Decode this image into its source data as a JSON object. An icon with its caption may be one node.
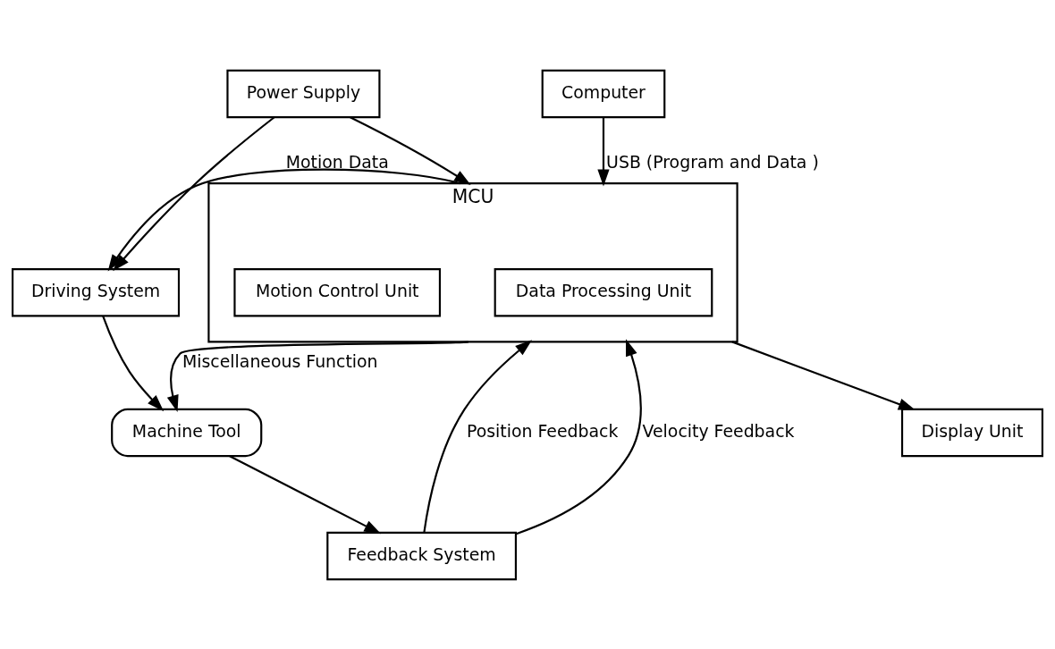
{
  "diagram": {
    "nodes": [
      {
        "text": [
          "Computer"
        ]
      },
      {
        "text": [
          "Power Supply"
        ]
      },
      {
        "text": [
          "MCU"
        ]
      },
      {
        "text": [
          "Data Processing Unit"
        ],
        "in": 2
      },
      {
        "text": [
          "Motion Control Unit"
        ],
        "in": 2
      },
      {
        "text": [
          "Display Unit"
        ]
      },
      {
        "text": [
          "Driving System"
        ]
      },
      {
        "text": [
          "Machine Tool"
        ]
      },
      {
        "text": [
          "Feedback System"
        ]
      }
    ],
    "edges": [
      {
        "from": 0,
        "to": 2,
        "arrow": "to",
        "label": "USB (Program and Data )"
      },
      {
        "from": 1,
        "to": 2,
        "arrow": "to"
      },
      {
        "from": 1,
        "to": 6,
        "arrow": "to"
      },
      {
        "from": 2,
        "to": 5,
        "arrow": "to"
      },
      {
        "from": 2,
        "to": 6,
        "arrow": "to",
        "label": "Motion Data"
      },
      {
        "from": 2,
        "to": 7,
        "arrow": "to",
        "label": "Miscellaneous Function"
      },
      {
        "from": 6,
        "to": 7,
        "arrow": "to"
      },
      {
        "from": 7,
        "to": 8,
        "arrow": "to"
      },
      {
        "from": 8,
        "to": 2,
        "arrow": "to",
        "label": "Position Feedback"
      },
      {
        "from": 8,
        "to": 2,
        "arrow": "to",
        "label": "Velocity Feedback"
      }
    ]
  }
}
